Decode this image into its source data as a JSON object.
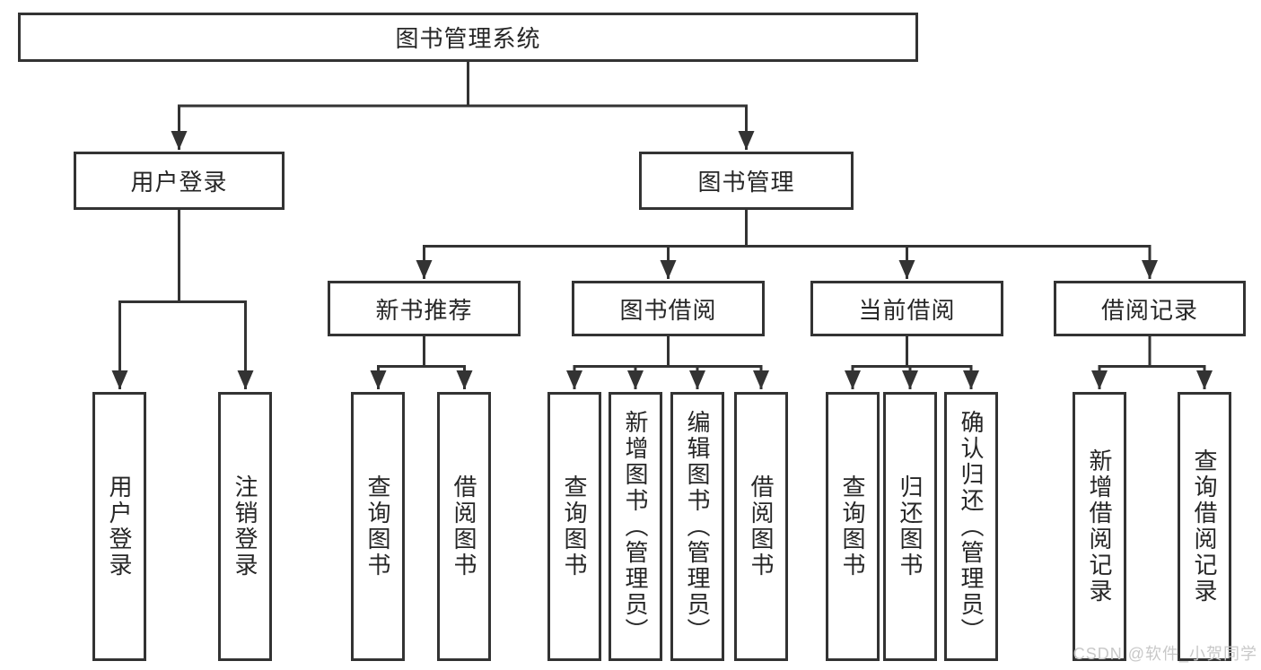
{
  "diagram": {
    "title": "图书管理系统",
    "level2": [
      {
        "label": "用户登录",
        "parent": "图书管理系统"
      },
      {
        "label": "图书管理",
        "parent": "图书管理系统"
      }
    ],
    "level3": [
      {
        "label": "新书推荐",
        "parent": "图书管理"
      },
      {
        "label": "图书借阅",
        "parent": "图书管理"
      },
      {
        "label": "当前借阅",
        "parent": "图书管理"
      },
      {
        "label": "借阅记录",
        "parent": "图书管理"
      }
    ],
    "leaves": [
      {
        "label": "用户登录",
        "parent": "用户登录"
      },
      {
        "label": "注销登录",
        "parent": "用户登录"
      },
      {
        "label": "查询图书",
        "parent": "新书推荐"
      },
      {
        "label": "借阅图书",
        "parent": "新书推荐"
      },
      {
        "label": "查询图书",
        "parent": "图书借阅"
      },
      {
        "label": "新增图书（管理员）",
        "parent": "图书借阅"
      },
      {
        "label": "编辑图书（管理员）",
        "parent": "图书借阅"
      },
      {
        "label": "借阅图书",
        "parent": "图书借阅"
      },
      {
        "label": "查询图书",
        "parent": "当前借阅"
      },
      {
        "label": "归还图书",
        "parent": "当前借阅"
      },
      {
        "label": "确认归还（管理员）",
        "parent": "当前借阅"
      },
      {
        "label": "新增借阅记录",
        "parent": "借阅记录"
      },
      {
        "label": "查询借阅记录",
        "parent": "借阅记录"
      }
    ],
    "colors": {
      "line": "#333333",
      "box_border": "#333333",
      "box_fill": "#ffffff",
      "text": "#262626",
      "watermark": "#c8c8c8",
      "background": "#ffffff"
    },
    "watermark": "CSDN @软件_小贺同学"
  }
}
